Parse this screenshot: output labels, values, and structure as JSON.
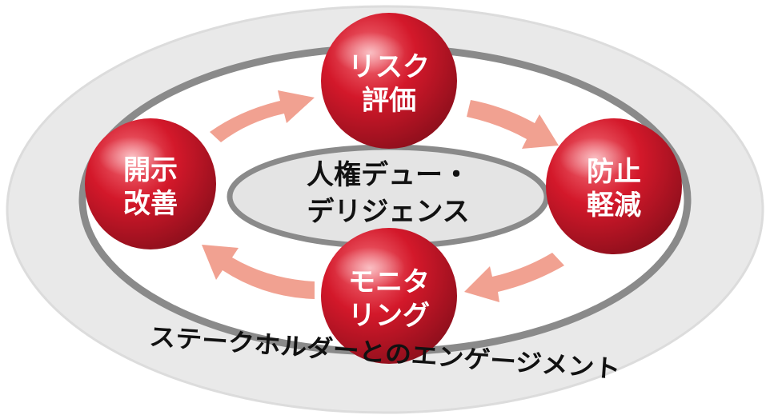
{
  "diagram": {
    "center": {
      "lines": [
        "人権デュー・",
        "デリジェンス"
      ]
    },
    "outer_label": "ステークホルダーとのエンゲージメント",
    "nodes": [
      {
        "id": "risk",
        "lines": [
          "リスク",
          "評価"
        ]
      },
      {
        "id": "prevent",
        "lines": [
          "防止",
          "軽減"
        ]
      },
      {
        "id": "monitor",
        "lines": [
          "モニタ",
          "リング"
        ]
      },
      {
        "id": "improve",
        "lines": [
          "開示",
          "改善"
        ]
      }
    ],
    "colors": {
      "outer_fill": "#e9e9e9",
      "ring_stroke": "#8a8a8a",
      "inner_fill": "#e4e4e4",
      "arrow": "#f1a191",
      "node_light": "#f4707a",
      "node_mid": "#d3182a",
      "node_dark": "#8e0f1c",
      "text_dark": "#111111",
      "text_light": "#ffffff"
    }
  }
}
